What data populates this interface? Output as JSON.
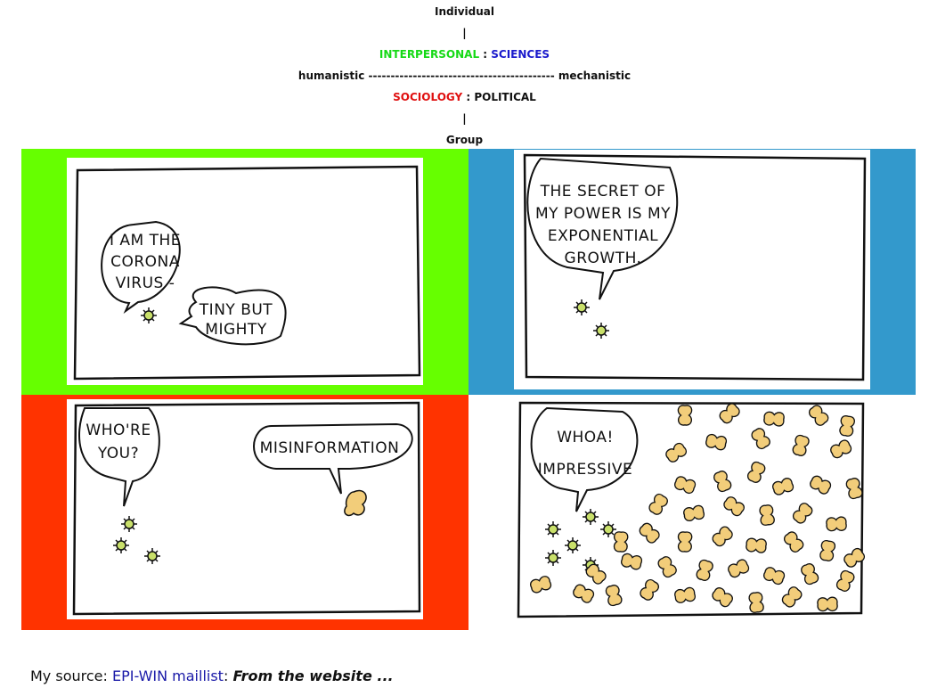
{
  "header": {
    "top": "Individual",
    "bar1": "|",
    "row2_left": "INTERPERSONAL",
    "row2_sep": " : ",
    "row2_right": "SCIENCES",
    "row3": "humanistic ------------------------------------------ mechanistic",
    "row4_left": "SOCIOLOGY",
    "row4_sep": " : ",
    "row4_right": "POLITICAL",
    "bar2": "|",
    "bottom": "Group"
  },
  "colors": {
    "green": "#66ff00",
    "blue": "#3399cc",
    "red": "#ff3300",
    "virus": "#c9e06a",
    "misinfo": "#f2cd7a"
  },
  "comic": {
    "panel1": {
      "bubble1": [
        "I AM THE",
        "CORONA",
        "VIRUS -"
      ],
      "bubble2": [
        "TINY BUT",
        "MIGHTY"
      ]
    },
    "panel2": {
      "bubble1": [
        "THE SECRET OF",
        "MY POWER IS MY",
        "EXPONENTIAL",
        "GROWTH."
      ]
    },
    "panel3": {
      "bubble1": [
        "WHO'RE",
        "YOU?"
      ],
      "bubble2": [
        "MISINFORMATION"
      ]
    },
    "panel4": {
      "bubble1": [
        "WHOA!",
        "IMPRESSIVE"
      ]
    }
  },
  "footer": {
    "prefix": "My source: ",
    "link": "EPI-WIN maillist",
    "colon": ": ",
    "tail": "From the website ..."
  }
}
